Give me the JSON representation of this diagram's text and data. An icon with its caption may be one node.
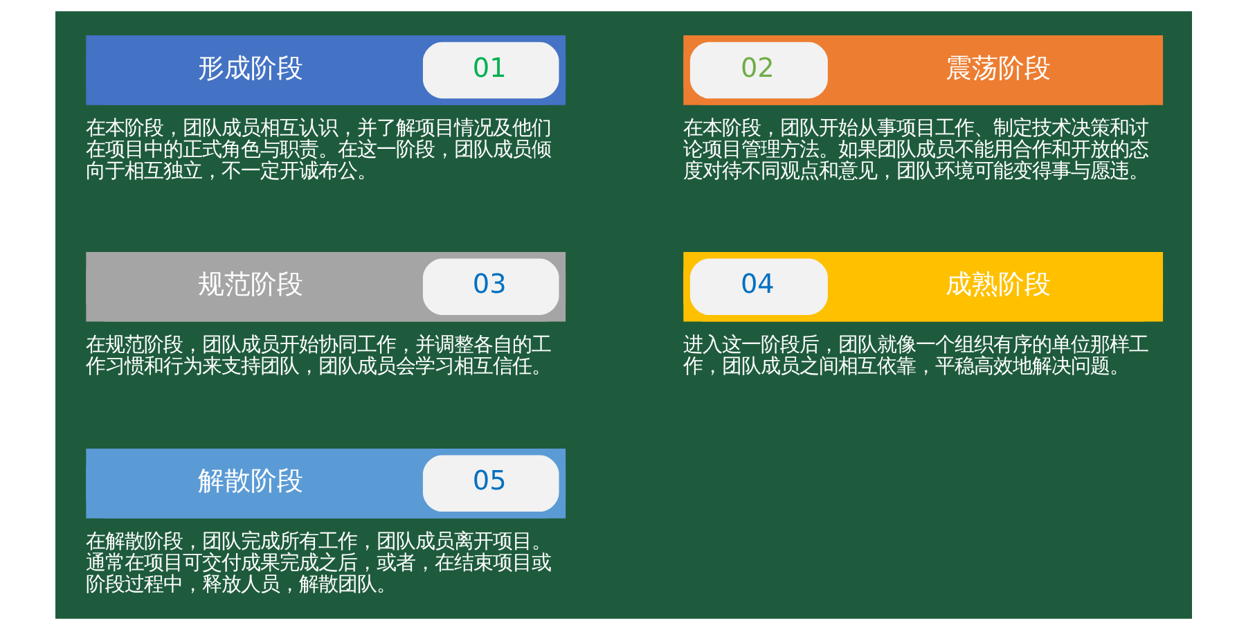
{
  "diagram": {
    "nodes": [
      {
        "text": [
          "形成阶段",
          "01"
        ],
        "beside": [
          "在本阶段，团队成员相互认识，并了解项目情况及他们在项目中的正式角色与职责。在这一阶段，团队成员倾向于相互独立，不一定开诚布公。"
        ]
      },
      {
        "text": [
          "02",
          "震荡阶段"
        ],
        "beside": [
          "在本阶段，团队开始从事项目工作、制定技术决策和讨论项目管理方法。如果团队成员不能用合作和开放的态度对待不同观点和意见，团队环境可能变得事与愿违。"
        ]
      },
      {
        "text": [
          "规范阶段",
          "03"
        ],
        "beside": [
          "在规范阶段，团队成员开始协同工作，并调整各自的工作习惯和行为来支持团队，团队成员会学习相互信任。"
        ]
      },
      {
        "text": [
          "04",
          "成熟阶段"
        ],
        "beside": [
          "进入这一阶段后，团队就像一个组织有序的单位那样工作，团队成员之间相互依靠，平稳高效地解决问题。"
        ]
      },
      {
        "text": [
          "解散阶段",
          "05"
        ],
        "beside": [
          "在解散阶段，团队完成所有工作，团队成员离开项目。通常在项目可交付成果完成之后，或者，在结束项目或阶段过程中，释放人员，解散团队。"
        ]
      }
    ],
    "edges": []
  }
}
